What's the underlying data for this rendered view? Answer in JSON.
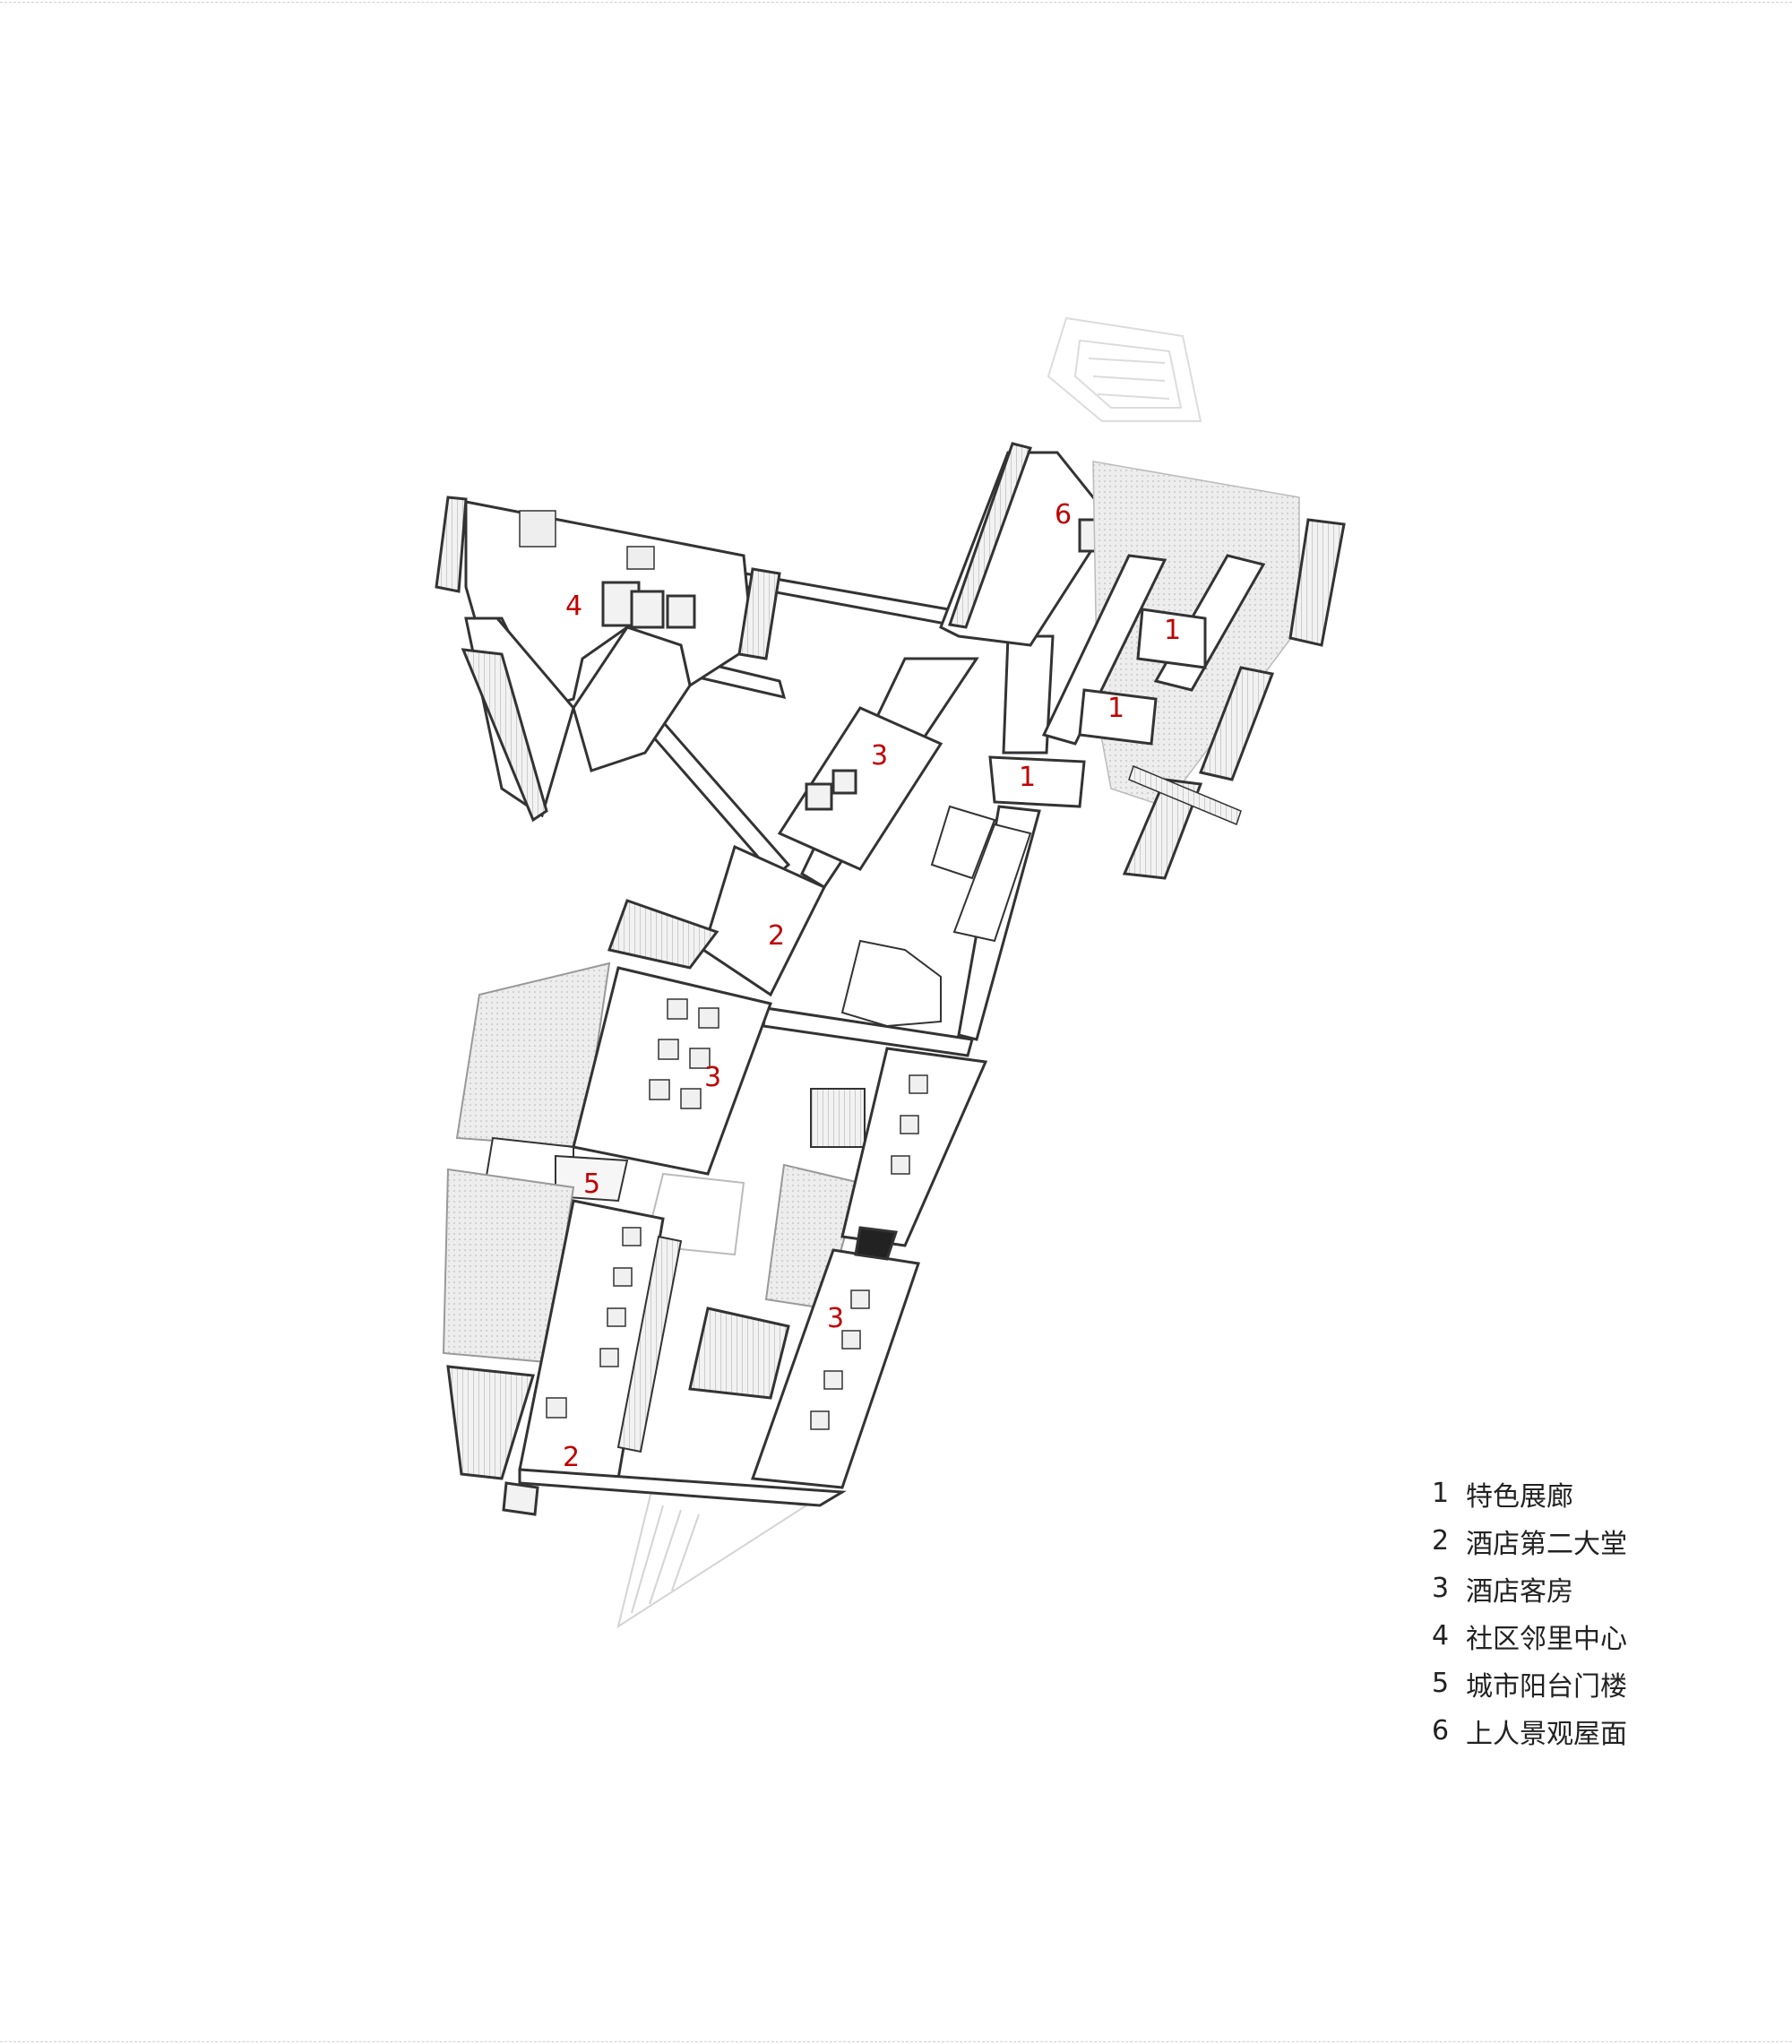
{
  "plan_labels": {
    "zone_1a": "1",
    "zone_1b": "1",
    "zone_1c": "1",
    "zone_2a": "2",
    "zone_2b": "2",
    "zone_3a": "3",
    "zone_3b": "3",
    "zone_3c": "3",
    "zone_4": "4",
    "zone_5": "5",
    "zone_6": "6"
  },
  "legend": [
    {
      "num": "1",
      "label": "特色展廊"
    },
    {
      "num": "2",
      "label": "酒店第二大堂"
    },
    {
      "num": "3",
      "label": "酒店客房"
    },
    {
      "num": "4",
      "label": "社区邻里中心"
    },
    {
      "num": "5",
      "label": "城市阳台门楼"
    },
    {
      "num": "6",
      "label": "上人景观屋面"
    }
  ],
  "colors": {
    "label": "#c00000",
    "line": "#333333",
    "hatch": "#d9d9d9"
  }
}
